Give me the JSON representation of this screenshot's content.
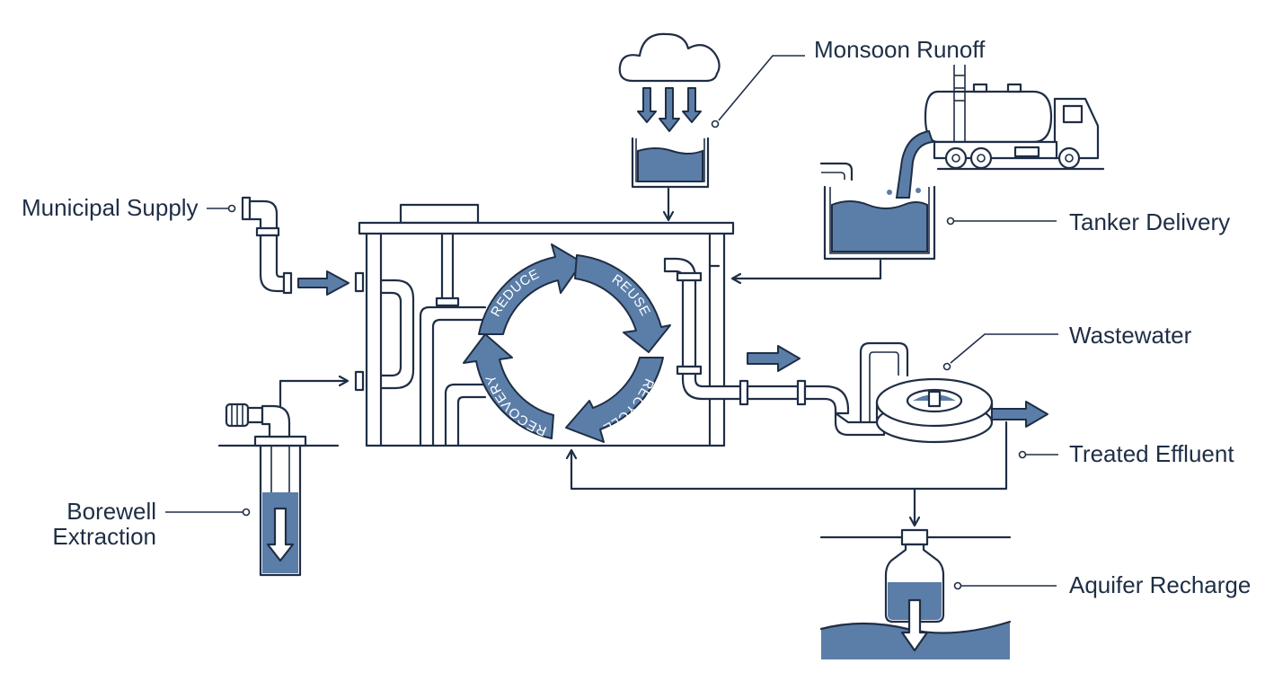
{
  "labels": {
    "monsoon_runoff": "Monsoon Runoff",
    "municipal_supply": "Municipal Supply",
    "tanker_delivery": "Tanker Delivery",
    "wastewater": "Wastewater",
    "treated_effluent": "Treated Effluent",
    "borewell_line1": "Borewell",
    "borewell_line2": "Extraction",
    "aquifer_recharge": "Aquifer Recharge"
  },
  "cycle": {
    "reduce": "REDUCE",
    "reuse": "REUSE",
    "recycle": "RECYCLE",
    "recovery": "RECOVERY"
  },
  "colors": {
    "line": "#1f2e45",
    "water": "#5b7ea8"
  }
}
